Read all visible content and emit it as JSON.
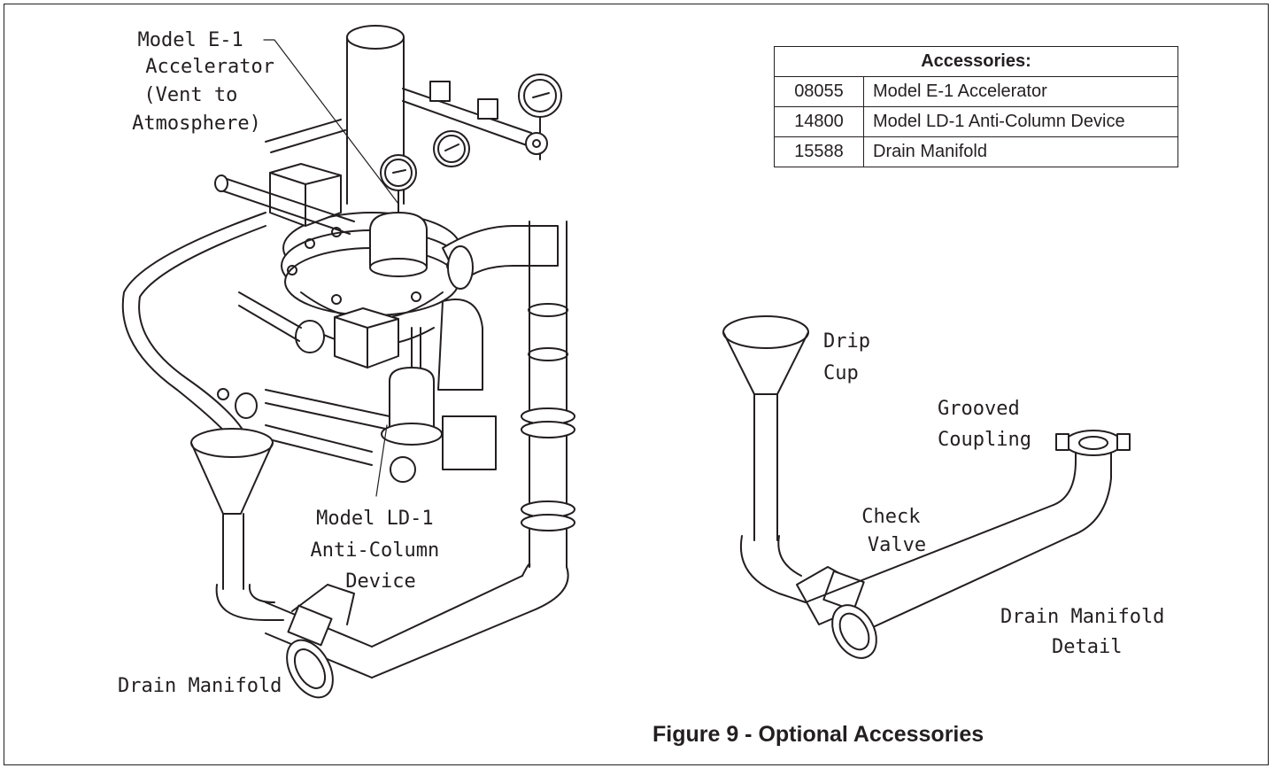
{
  "labels": {
    "accelerator": [
      "Model E-1",
      "Accelerator",
      "(Vent to",
      "Atmosphere)"
    ],
    "anti_column": [
      "Model LD-1",
      "Anti-Column",
      "Device"
    ],
    "drain_manifold": "Drain Manifold",
    "drip_cup": [
      "Drip",
      "Cup"
    ],
    "grooved_coupling": [
      "Grooved",
      "Coupling"
    ],
    "check_valve": [
      "Check",
      "Valve"
    ],
    "manifold_detail": [
      "Drain Manifold",
      "Detail"
    ]
  },
  "table": {
    "title": "Accessories:",
    "rows": [
      {
        "part": "08055",
        "desc": "Model E-1 Accelerator"
      },
      {
        "part": "14800",
        "desc": "Model LD-1 Anti-Column Device"
      },
      {
        "part": "15588",
        "desc": "Drain Manifold"
      }
    ]
  },
  "caption": "Figure 9 - Optional Accessories",
  "colors": {
    "line": "#231f20",
    "background": "#ffffff"
  }
}
